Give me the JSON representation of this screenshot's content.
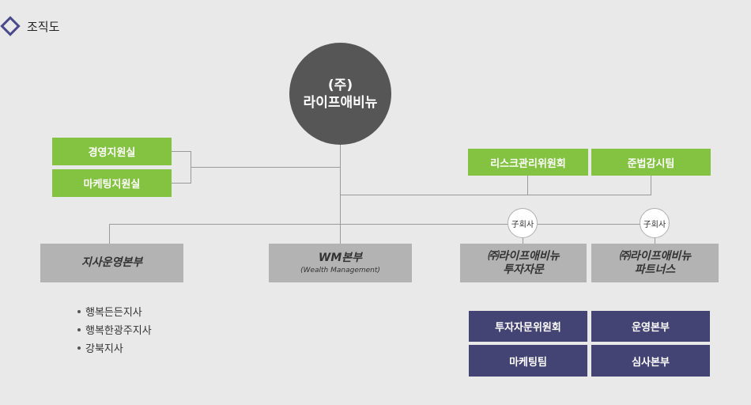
{
  "page": {
    "title": "조직도"
  },
  "ceo": {
    "line1": "(주)",
    "line2": "라이프애비뉴"
  },
  "staff_left": [
    "경영지원실",
    "마케팅지원실"
  ],
  "staff_right": [
    "리스크관리위원회",
    "준법감시팀"
  ],
  "subsidiary_badge": "子회사",
  "divisions": {
    "branch_ops": {
      "name": "지사운영본부"
    },
    "wm": {
      "name": "WM본부",
      "sub": "(Wealth Management)"
    },
    "advisory": {
      "line1": "㈜라이프애비뉴",
      "line2": "투자자문"
    },
    "partners": {
      "line1": "㈜라이프애비뉴",
      "line2": "파트너스"
    }
  },
  "branches": [
    "행복든든지사",
    "행복한광주지사",
    "강북지사"
  ],
  "advisory_units": [
    "투자자문위원회",
    "마케팅팀"
  ],
  "partners_units": [
    "운영본부",
    "심사본부"
  ]
}
